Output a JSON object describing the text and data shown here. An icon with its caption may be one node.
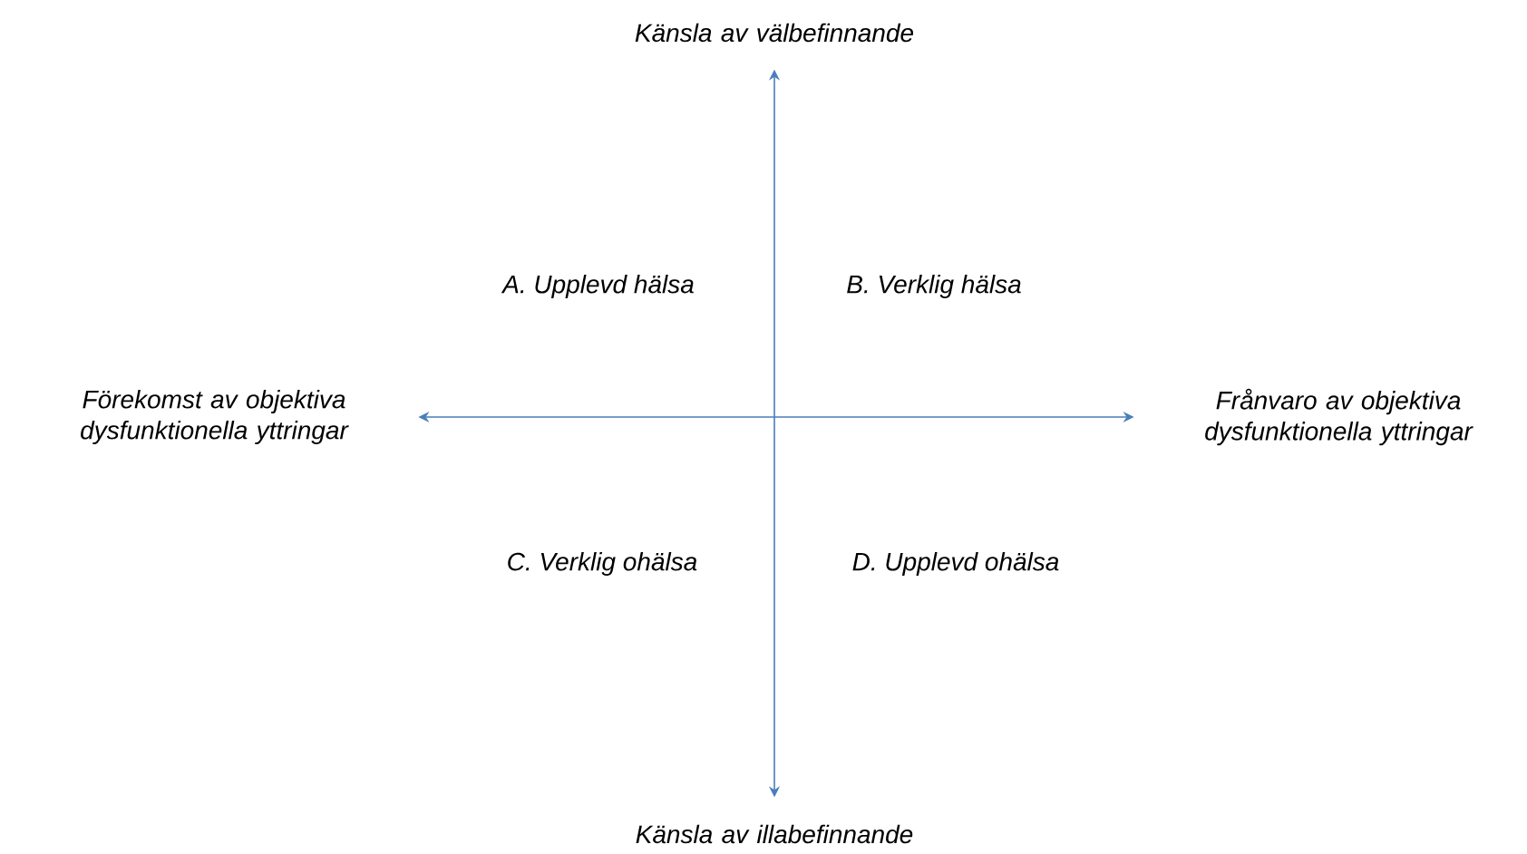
{
  "diagram": {
    "nodes": [
      {
        "text": [
          "Känsla av välbefinnande"
        ]
      },
      {
        "text": [
          "Förekomst av objektiva dysfunktionella yttringar"
        ]
      },
      {
        "text": [
          "Frånvaro av objektiva dysfunktionella yttringar"
        ]
      },
      {
        "text": [
          "Känsla av illabefinnande"
        ]
      }
    ],
    "edges": [
      {
        "from": 3,
        "to": 0,
        "arrow": "both"
      },
      {
        "from": 1,
        "to": 2,
        "arrow": "both"
      }
    ],
    "labels": [
      "A. Upplevd hälsa",
      "B. Verklig hälsa",
      "C. Verklig ohälsa",
      "D. Upplevd ohälsa"
    ]
  }
}
